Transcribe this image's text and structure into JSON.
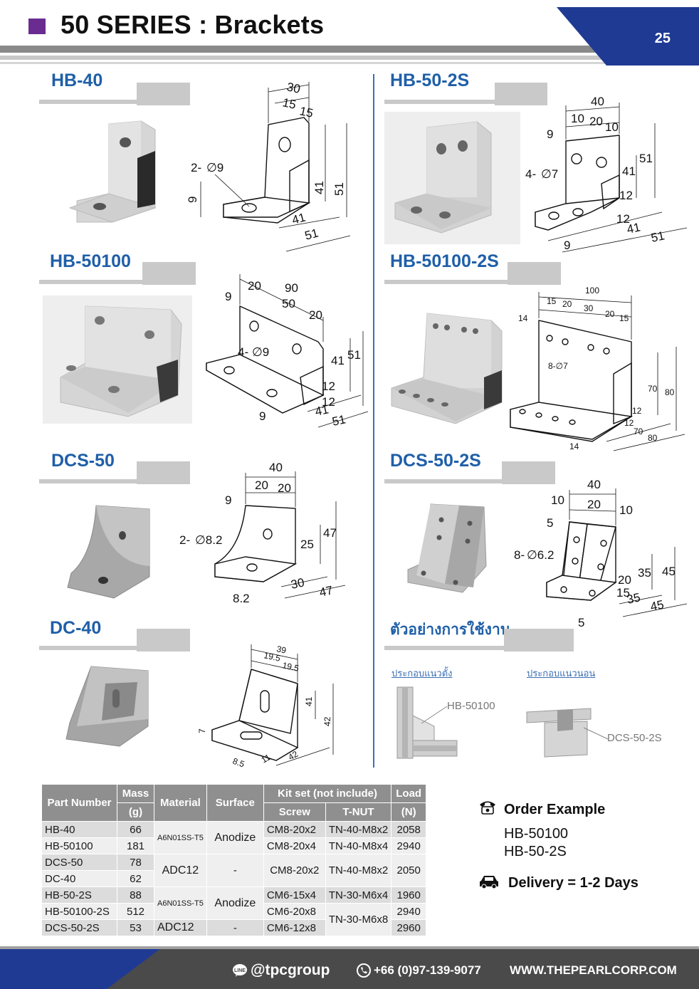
{
  "header": {
    "title": "50 SERIES : Brackets",
    "page_number": "25",
    "accent_color": "#6a2c91",
    "brand_blue": "#1f3a93"
  },
  "sections": {
    "hb40": {
      "title": "HB-40",
      "dims": [
        "30",
        "15",
        "15",
        "2-",
        "∅9",
        "9",
        "41",
        "51",
        "41",
        "51"
      ]
    },
    "hb502s": {
      "title": "HB-50-2S",
      "dims": [
        "40",
        "10",
        "20",
        "10",
        "9",
        "4-",
        "∅7",
        "51",
        "41",
        "12",
        "12",
        "41",
        "51",
        "9"
      ]
    },
    "hb50100": {
      "title": "HB-50100",
      "dims": [
        "9",
        "20",
        "90",
        "50",
        "20",
        "4-",
        "∅9",
        "41",
        "51",
        "12",
        "12",
        "9",
        "41",
        "51"
      ]
    },
    "hb501002s": {
      "title": "HB-50100-2S",
      "dims": [
        "100",
        "15",
        "20",
        "30",
        "20",
        "15",
        "14",
        "8-∅7",
        "70",
        "80",
        "12",
        "12",
        "70",
        "80",
        "14"
      ]
    },
    "dcs50": {
      "title": "DCS-50",
      "dims": [
        "40",
        "20",
        "20",
        "9",
        "2-",
        "∅8.2",
        "25",
        "47",
        "30",
        "47",
        "8.2"
      ]
    },
    "dcs502s": {
      "title": "DCS-50-2S",
      "dims": [
        "40",
        "10",
        "20",
        "10",
        "5",
        "8-",
        "∅6.2",
        "20",
        "35",
        "45",
        "15",
        "35",
        "45",
        "5"
      ]
    },
    "dc40": {
      "title": "DC-40",
      "dims": [
        "39",
        "19.5",
        "19.5",
        "41",
        "42",
        "7",
        "8.5",
        "11",
        "42"
      ]
    },
    "usage": {
      "title": "ตัวอย่างการใช้งาน",
      "vertical_label": "ประกอบแนวตั้ง",
      "horizontal_label": "ประกอบแนวนอน",
      "vertical_callout": "HB-50100",
      "horizontal_callout": "DCS-50-2S"
    }
  },
  "table": {
    "headers": {
      "part_number": "Part Number",
      "mass": "Mass",
      "mass_unit": "(g)",
      "material": "Material",
      "surface": "Surface",
      "kit_set": "Kit set (not include)",
      "screw": "Screw",
      "tnut": "T-NUT",
      "load": "Load",
      "load_unit": "(N)"
    },
    "rows": [
      {
        "part": "HB-40",
        "mass": "66",
        "screw": "CM8-20x2",
        "tnut": "TN-40-M8x2",
        "load": "2058"
      },
      {
        "part": "HB-50100",
        "mass": "181",
        "screw": "CM8-20x4",
        "tnut": "TN-40-M8x4",
        "load": "2940"
      },
      {
        "part": "DCS-50",
        "mass": "78",
        "load": "2050"
      },
      {
        "part": "DC-40",
        "mass": "62"
      },
      {
        "part": "HB-50-2S",
        "mass": "88",
        "screw": "CM6-15x4",
        "tnut": "TN-30-M6x4",
        "load": "1960"
      },
      {
        "part": "HB-50100-2S",
        "mass": "512",
        "screw": "CM6-20x8",
        "load": "2940"
      },
      {
        "part": "DCS-50-2S",
        "mass": "53",
        "material": "ADC12",
        "surface": "-",
        "screw": "CM6-12x8",
        "load": "2960"
      }
    ],
    "merged": {
      "material_1": "A6N01SS-T5",
      "surface_1": "Anodize",
      "material_2": "ADC12",
      "surface_2": "-",
      "screw_2": "CM8-20x2",
      "tnut_2": "TN-40-M8x2",
      "material_3": "A6N01SS-T5",
      "surface_3": "Anodize",
      "tnut_3": "TN-30-M6x8"
    }
  },
  "order": {
    "icon": "telephone-icon",
    "title": "Order Example",
    "items": [
      "HB-50100",
      "HB-50-2S"
    ],
    "delivery_icon": "car-icon",
    "delivery": "Delivery  = 1-2 Days"
  },
  "footer": {
    "line_icon": "line-app-icon",
    "line_id": "@tpcgroup",
    "phone_icon": "phone-icon",
    "phone": "+66 (0)97-139-9077",
    "website": "WWW.THEPEARLCORP.COM"
  }
}
